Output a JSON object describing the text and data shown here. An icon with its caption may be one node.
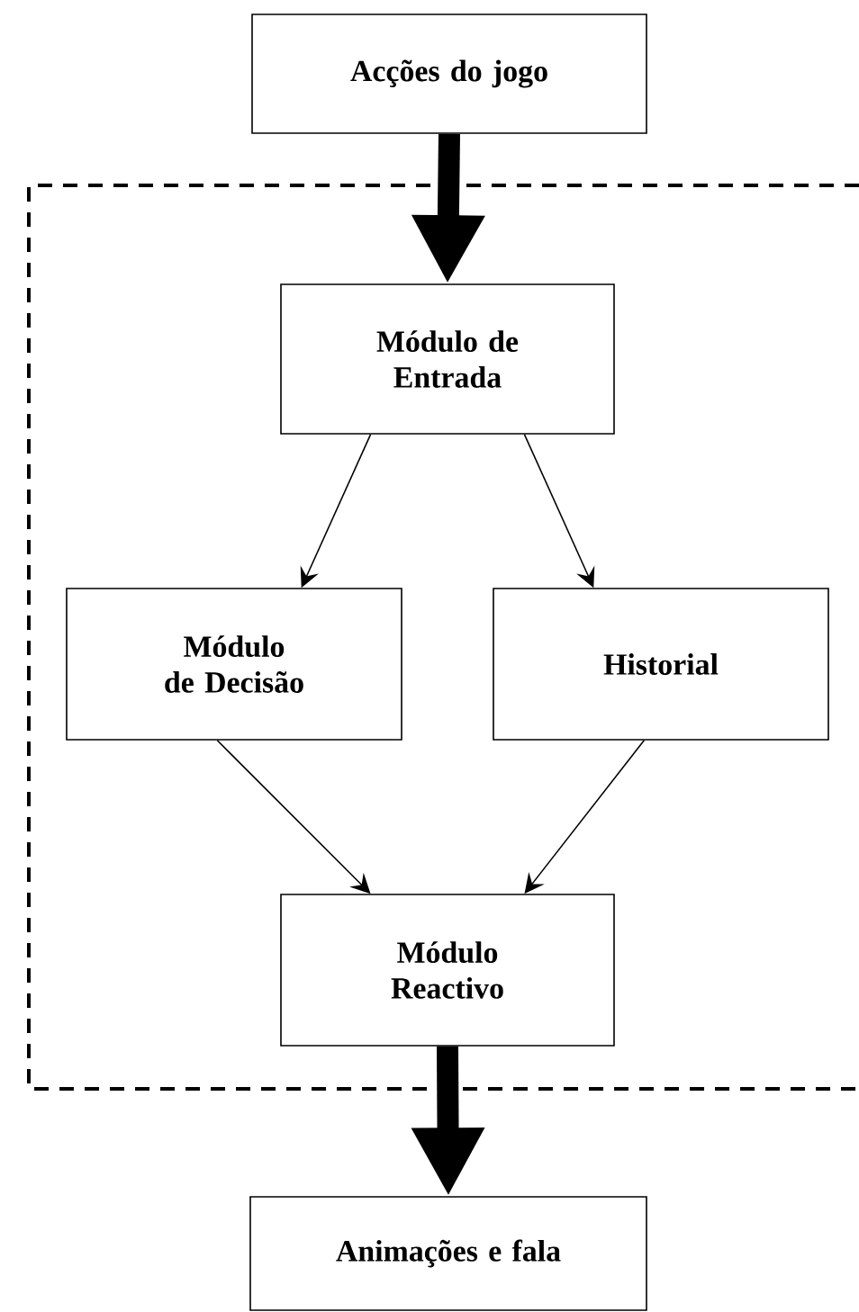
{
  "diagram": {
    "nodes": [
      {
        "text": [
          "Acções do jogo"
        ]
      },
      {
        "text": [],
        "shape": "box"
      },
      {
        "text": [
          "Módulo de Entrada"
        ],
        "in": 1
      },
      {
        "text": [
          "Módulo de Decisão"
        ],
        "in": 1
      },
      {
        "text": [
          "Historial"
        ],
        "in": 1
      },
      {
        "text": [
          "Módulo Reactivo"
        ],
        "in": 1
      },
      {
        "text": [
          "Animações e fala"
        ]
      }
    ],
    "edges": [
      {
        "from": 0,
        "to": 2,
        "arrow": "to",
        "style": "thick"
      },
      {
        "from": 2,
        "to": 3,
        "arrow": "to"
      },
      {
        "from": 2,
        "to": 4,
        "arrow": "to"
      },
      {
        "from": 3,
        "to": 5,
        "arrow": "to"
      },
      {
        "from": 4,
        "to": 5,
        "arrow": "to"
      },
      {
        "from": 5,
        "to": 6,
        "arrow": "to",
        "style": "thick"
      }
    ]
  }
}
